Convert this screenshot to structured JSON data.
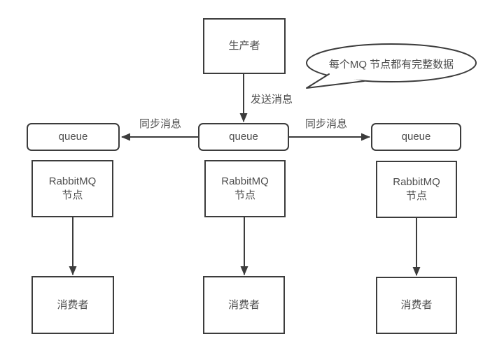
{
  "colors": {
    "line": "#3c3c3c",
    "text": "#4d4d4d",
    "background": "#ffffff"
  },
  "nodes": {
    "producer": {
      "label": "生产者"
    },
    "queue_left": {
      "label": "queue"
    },
    "queue_center": {
      "label": "queue"
    },
    "queue_right": {
      "label": "queue"
    },
    "rabbitmq_left": {
      "label": "RabbitMQ\n节点"
    },
    "rabbitmq_center": {
      "label": "RabbitMQ\n节点"
    },
    "rabbitmq_right": {
      "label": "RabbitMQ\n节点"
    },
    "consumer_left": {
      "label": "消费者"
    },
    "consumer_center": {
      "label": "消费者"
    },
    "consumer_right": {
      "label": "消费者"
    }
  },
  "edge_labels": {
    "send_message": "发送消息",
    "sync_message_left": "同步消息",
    "sync_message_right": "同步消息"
  },
  "callout": {
    "text": "每个MQ 节点都有完整数据"
  }
}
